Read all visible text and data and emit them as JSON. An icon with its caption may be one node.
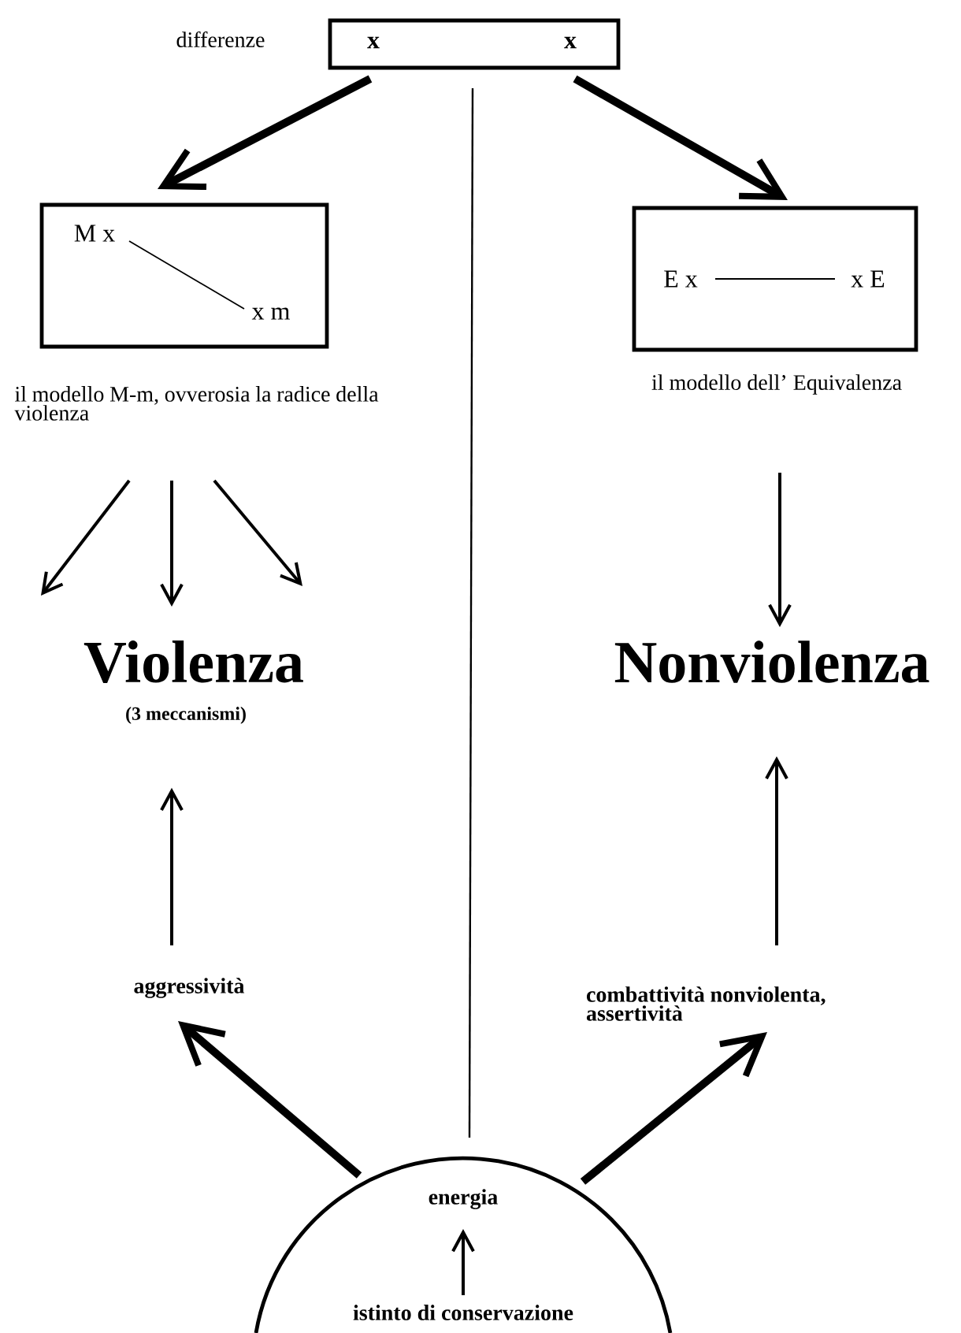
{
  "diagram": {
    "nodes": [
      {
        "text": [
          "x",
          "x"
        ],
        "beside": [
          "differenze"
        ]
      },
      {
        "text": [],
        "shape": "box",
        "beside": [
          "il modello M-m, ovverosia la radice della violenza"
        ]
      },
      {
        "text": [
          "M x"
        ],
        "in": 1
      },
      {
        "text": [
          "x m"
        ],
        "in": 1
      },
      {
        "text": [],
        "shape": "box",
        "beside": [
          "il modello dell’ Equivalenza"
        ]
      },
      {
        "text": [
          "E x"
        ],
        "in": 4
      },
      {
        "text": [
          "x E"
        ],
        "in": 4
      },
      {
        "text": [
          "Violenza",
          "(3 meccanismi)"
        ]
      },
      {
        "text": [
          "Nonviolenza"
        ]
      },
      {
        "text": [
          "aggressività"
        ]
      },
      {
        "text": [
          "combattività nonviolenta, assertività"
        ]
      },
      {
        "text": [],
        "shape": "circle"
      },
      {
        "text": [
          "energia"
        ],
        "in": 11
      },
      {
        "text": [
          "istinto di conservazione"
        ],
        "in": 11
      }
    ],
    "edges": [
      {
        "from": 0,
        "to": 1,
        "arrow": "to",
        "style": "thick"
      },
      {
        "from": 0,
        "to": 4,
        "arrow": "to",
        "style": "thick"
      },
      {
        "from": 2,
        "to": 3,
        "arrow": "none"
      },
      {
        "from": 5,
        "to": 6,
        "arrow": "none"
      },
      {
        "from": 1,
        "to": 7,
        "arrow": "to"
      },
      {
        "from": 1,
        "to": 7,
        "arrow": "to"
      },
      {
        "from": 1,
        "to": 7,
        "arrow": "to"
      },
      {
        "from": 4,
        "to": 8,
        "arrow": "to"
      },
      {
        "from": 9,
        "to": 7,
        "arrow": "to"
      },
      {
        "from": 10,
        "to": 8,
        "arrow": "to"
      },
      {
        "from": 11,
        "to": 9,
        "arrow": "to",
        "style": "thick"
      },
      {
        "from": 11,
        "to": 10,
        "arrow": "to",
        "style": "thick"
      },
      {
        "from": 13,
        "to": 12,
        "arrow": "to"
      }
    ]
  }
}
